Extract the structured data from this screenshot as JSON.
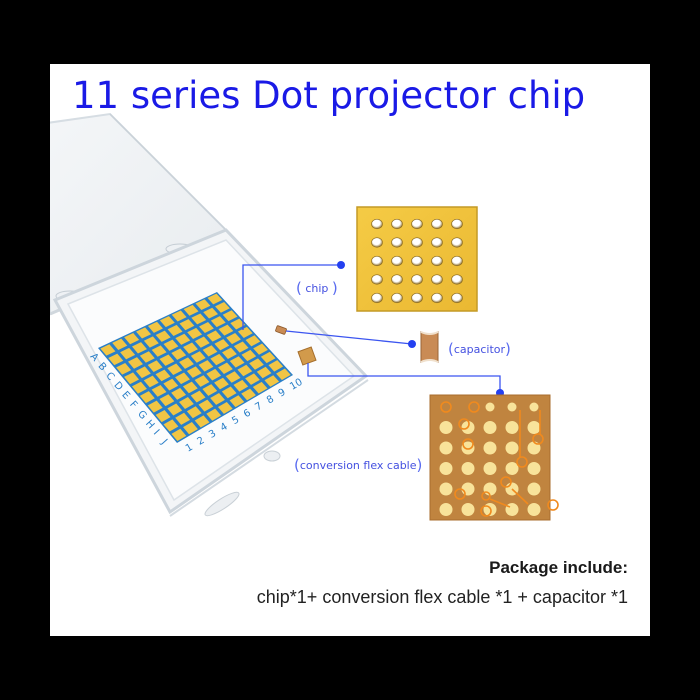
{
  "title": "11 series Dot projector chip",
  "callouts": {
    "chip": "chip",
    "capacitor": "capacitor",
    "flex": "conversion flex cable"
  },
  "package": {
    "heading": "Package include:",
    "items": "chip*1+ conversion flex cable *1 + capacitor *1"
  },
  "grid": {
    "rows": [
      "A",
      "B",
      "C",
      "D",
      "E",
      "F",
      "G",
      "H",
      "I",
      "J"
    ],
    "cols": [
      "1",
      "2",
      "3",
      "4",
      "5",
      "6",
      "7",
      "8",
      "9",
      "10"
    ]
  },
  "colors": {
    "title": "#1a1ae6",
    "leader": "#3b55f0",
    "chip_gold": "#f2c43c",
    "flex_copper": "#c0843f",
    "grid_line": "#2a7fc8"
  }
}
